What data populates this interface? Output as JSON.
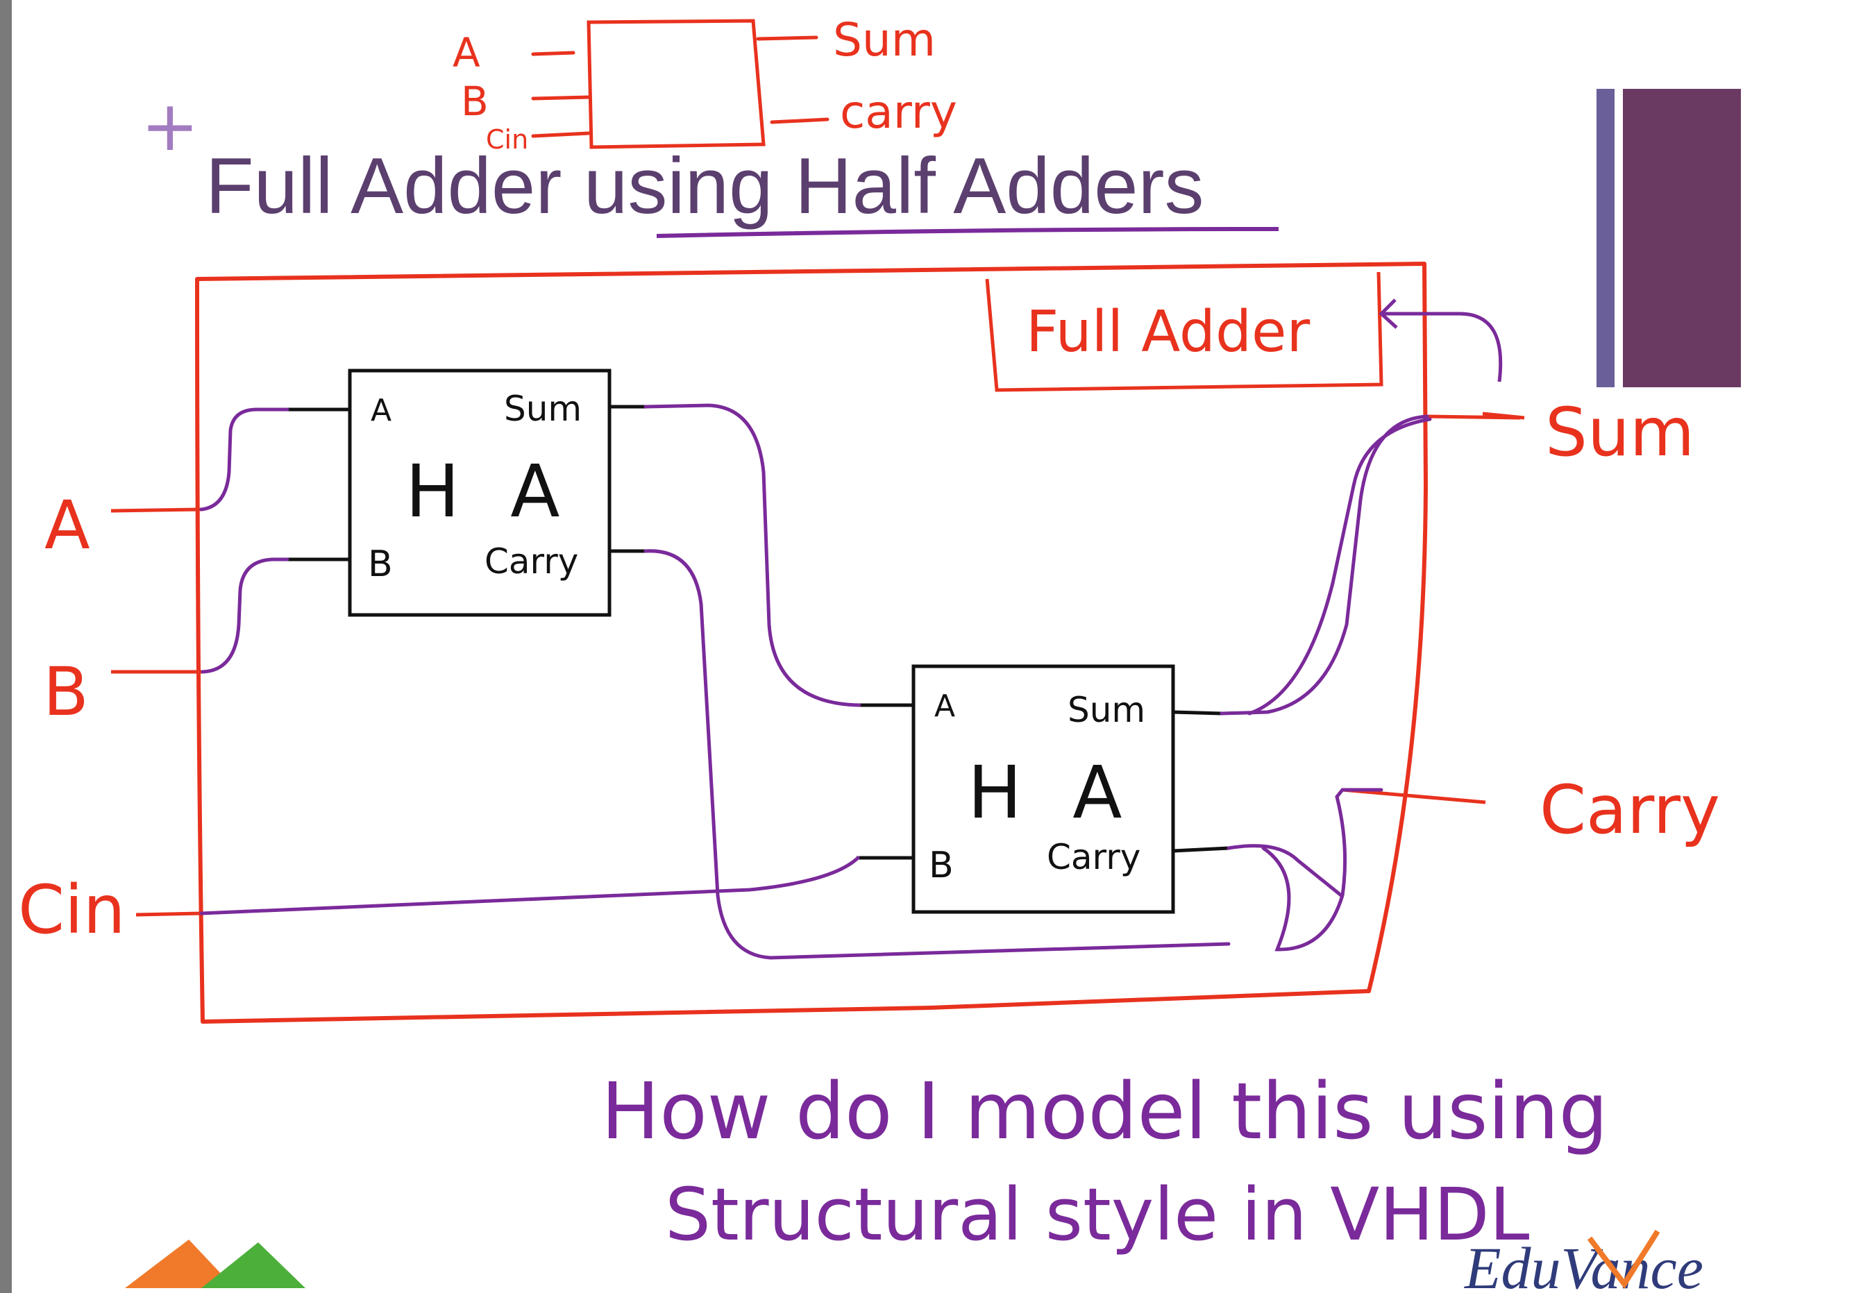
{
  "slide": {
    "title": "Full Adder using Half Adders",
    "plus_symbol": "+"
  },
  "top_sketch": {
    "inputs": [
      "A",
      "B",
      "Cin"
    ],
    "outputs": [
      "Sum",
      "carry"
    ]
  },
  "diagram": {
    "block_label": "Full Adder",
    "inputs": {
      "a": "A",
      "b": "B",
      "cin": "Cin"
    },
    "outputs": {
      "sum": "Sum",
      "carry": "Carry"
    },
    "half_adders": [
      {
        "name": "H A",
        "port_a": "A",
        "port_b": "B",
        "port_sum": "Sum",
        "port_carry": "Carry"
      },
      {
        "name": "H A",
        "port_a": "A",
        "port_b": "B",
        "port_sum": "Sum",
        "port_carry": "Carry"
      }
    ]
  },
  "question": {
    "line1": "How do I model this using",
    "line2": "Structural style in VHDL"
  },
  "logo": {
    "text": "EduVance"
  },
  "colors": {
    "red_ink": "#e8321e",
    "purple_ink": "#7a2a9a",
    "title": "#5b3f6e",
    "plus": "#a27cc0",
    "deco_dark": "#6b3a63",
    "deco_light": "#6a5f99"
  }
}
